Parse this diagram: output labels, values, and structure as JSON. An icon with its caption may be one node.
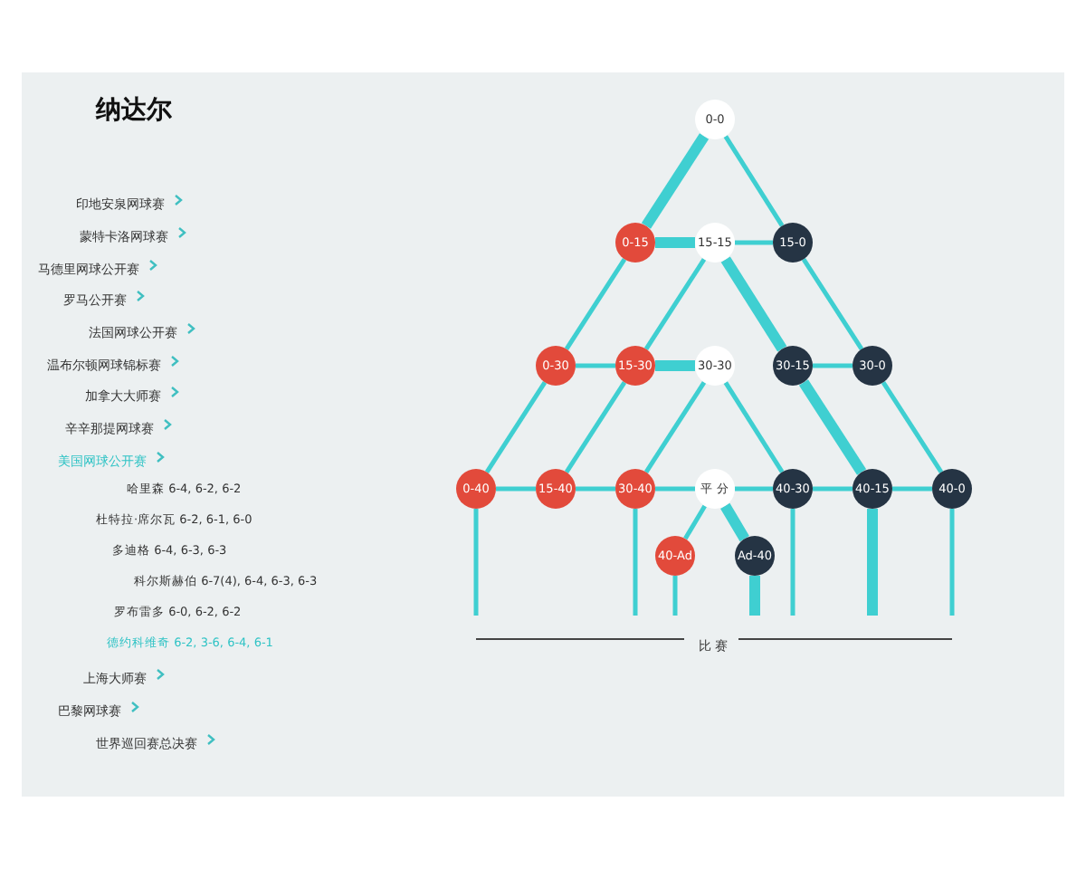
{
  "diagram": {
    "title": "纳达尔",
    "nodes": [
      {
        "text": [
          "0-0"
        ]
      },
      {
        "text": [
          "0-15"
        ]
      },
      {
        "text": [
          "15-15"
        ]
      },
      {
        "text": [
          "15-0"
        ]
      },
      {
        "text": [
          "0-30"
        ]
      },
      {
        "text": [
          "15-30"
        ]
      },
      {
        "text": [
          "30-30"
        ]
      },
      {
        "text": [
          "30-15"
        ]
      },
      {
        "text": [
          "30-0"
        ]
      },
      {
        "text": [
          "0-40"
        ]
      },
      {
        "text": [
          "15-40"
        ]
      },
      {
        "text": [
          "30-40"
        ]
      },
      {
        "text": [
          "平 分"
        ]
      },
      {
        "text": [
          "40-30"
        ]
      },
      {
        "text": [
          "40-15"
        ]
      },
      {
        "text": [
          "40-0"
        ]
      },
      {
        "text": [
          "40-Ad"
        ]
      },
      {
        "text": [
          "Ad-40"
        ]
      }
    ],
    "edges": [
      {
        "from": 0,
        "to": 1,
        "arrow": "none",
        "style": "thick"
      },
      {
        "from": 0,
        "to": 3,
        "arrow": "none"
      },
      {
        "from": 1,
        "to": 2,
        "arrow": "none",
        "style": "thick"
      },
      {
        "from": 2,
        "to": 3,
        "arrow": "none"
      },
      {
        "from": 1,
        "to": 4,
        "arrow": "none"
      },
      {
        "from": 2,
        "to": 5,
        "arrow": "none"
      },
      {
        "from": 2,
        "to": 7,
        "arrow": "none",
        "style": "thick"
      },
      {
        "from": 3,
        "to": 8,
        "arrow": "none"
      },
      {
        "from": 4,
        "to": 5,
        "arrow": "none"
      },
      {
        "from": 5,
        "to": 6,
        "arrow": "none",
        "style": "thick"
      },
      {
        "from": 7,
        "to": 8,
        "arrow": "none"
      },
      {
        "from": 4,
        "to": 9,
        "arrow": "none"
      },
      {
        "from": 5,
        "to": 10,
        "arrow": "none"
      },
      {
        "from": 6,
        "to": 11,
        "arrow": "none"
      },
      {
        "from": 6,
        "to": 13,
        "arrow": "none"
      },
      {
        "from": 7,
        "to": 14,
        "arrow": "none",
        "style": "thick"
      },
      {
        "from": 8,
        "to": 15,
        "arrow": "none"
      },
      {
        "from": 9,
        "to": 10,
        "arrow": "none"
      },
      {
        "from": 10,
        "to": 11,
        "arrow": "none"
      },
      {
        "from": 11,
        "to": 12,
        "arrow": "none"
      },
      {
        "from": 12,
        "to": 13,
        "arrow": "none"
      },
      {
        "from": 13,
        "to": 14,
        "arrow": "none"
      },
      {
        "from": 14,
        "to": 15,
        "arrow": "none"
      },
      {
        "from": 12,
        "to": 16,
        "arrow": "none"
      },
      {
        "from": 12,
        "to": 17,
        "arrow": "none",
        "style": "thick"
      },
      {
        "from": 9,
        "to": null,
        "arrow": "none"
      },
      {
        "from": 11,
        "to": null,
        "arrow": "none"
      },
      {
        "from": 16,
        "to": null,
        "arrow": "none"
      },
      {
        "from": 17,
        "to": null,
        "arrow": "none",
        "style": "thick"
      },
      {
        "from": 13,
        "to": null,
        "arrow": "none"
      },
      {
        "from": 14,
        "to": null,
        "arrow": "none",
        "style": "thick"
      },
      {
        "from": 15,
        "to": null,
        "arrow": "none"
      }
    ],
    "labels": [
      "印地安泉网球赛",
      "蒙特卡洛网球赛",
      "马德里网球公开赛",
      "罗马公开赛",
      "法国网球公开赛",
      "温布尔顿网球锦标赛",
      "加拿大大师赛",
      "辛辛那提网球赛",
      "美国网球公开赛",
      "哈里森 6-4, 6-2, 6-2",
      "杜特拉·席尔瓦 6-2, 6-1, 6-0",
      "多迪格 6-4, 6-3, 6-3",
      "科尔斯赫伯 6-7(4), 6-4, 6-3, 6-3",
      "罗布雷多 6-0, 6-2, 6-2",
      "德约科维奇 6-2, 3-6, 6-4, 6-1",
      "上海大师赛",
      "巴黎网球赛",
      "世界巡回赛总决赛",
      "比 赛"
    ]
  }
}
